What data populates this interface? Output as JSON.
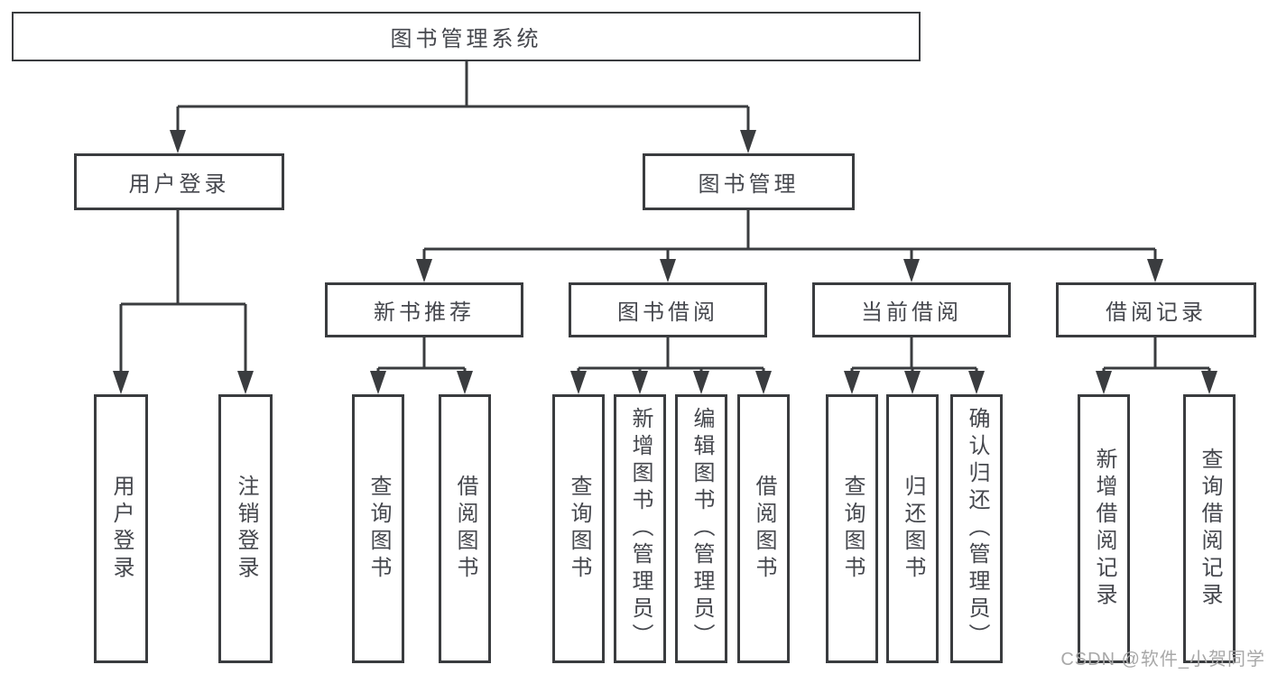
{
  "diagram": {
    "watermark": "CSDN @软件_小贺同学",
    "colors": {
      "background": "#ffffff",
      "line": "#3a3c3f",
      "box_border": "#3a3c3f",
      "box_fill": "#ffffff",
      "text": "#45474d",
      "watermark_text": "#a8a8a8"
    },
    "nodes": [
      {
        "id": "root",
        "label": "图书管理系统",
        "parent": null,
        "orientation": "horizontal"
      },
      {
        "id": "user-login",
        "label": "用户登录",
        "parent": "root",
        "orientation": "horizontal"
      },
      {
        "id": "book-management",
        "label": "图书管理",
        "parent": "root",
        "orientation": "horizontal"
      },
      {
        "id": "new-book-recommend",
        "label": "新书推荐",
        "parent": "book-management",
        "orientation": "horizontal"
      },
      {
        "id": "book-borrowing",
        "label": "图书借阅",
        "parent": "book-management",
        "orientation": "horizontal"
      },
      {
        "id": "current-borrowing",
        "label": "当前借阅",
        "parent": "book-management",
        "orientation": "horizontal"
      },
      {
        "id": "borrowing-records",
        "label": "借阅记录",
        "parent": "book-management",
        "orientation": "horizontal"
      },
      {
        "id": "leaf-user-login",
        "label": "用户登录",
        "parent": "user-login",
        "orientation": "vertical"
      },
      {
        "id": "leaf-logout",
        "label": "注销登录",
        "parent": "user-login",
        "orientation": "vertical"
      },
      {
        "id": "leaf-nbr-query-books",
        "label": "查询图书",
        "parent": "new-book-recommend",
        "orientation": "vertical"
      },
      {
        "id": "leaf-nbr-borrow-books",
        "label": "借阅图书",
        "parent": "new-book-recommend",
        "orientation": "vertical"
      },
      {
        "id": "leaf-bb-query-books",
        "label": "查询图书",
        "parent": "book-borrowing",
        "orientation": "vertical"
      },
      {
        "id": "leaf-bb-add-books-admin",
        "label": "新增图书（管理员）",
        "parent": "book-borrowing",
        "orientation": "vertical"
      },
      {
        "id": "leaf-bb-edit-books-admin",
        "label": "编辑图书（管理员）",
        "parent": "book-borrowing",
        "orientation": "vertical"
      },
      {
        "id": "leaf-bb-borrow-books",
        "label": "借阅图书",
        "parent": "book-borrowing",
        "orientation": "vertical"
      },
      {
        "id": "leaf-cb-query-books",
        "label": "查询图书",
        "parent": "current-borrowing",
        "orientation": "vertical"
      },
      {
        "id": "leaf-cb-return-books",
        "label": "归还图书",
        "parent": "current-borrowing",
        "orientation": "vertical"
      },
      {
        "id": "leaf-cb-confirm-return-admin",
        "label": "确认归还（管理员）",
        "parent": "current-borrowing",
        "orientation": "vertical"
      },
      {
        "id": "leaf-br-add-record",
        "label": "新增借阅记录",
        "parent": "borrowing-records",
        "orientation": "vertical"
      },
      {
        "id": "leaf-br-query-record",
        "label": "查询借阅记录",
        "parent": "borrowing-records",
        "orientation": "vertical"
      }
    ]
  }
}
